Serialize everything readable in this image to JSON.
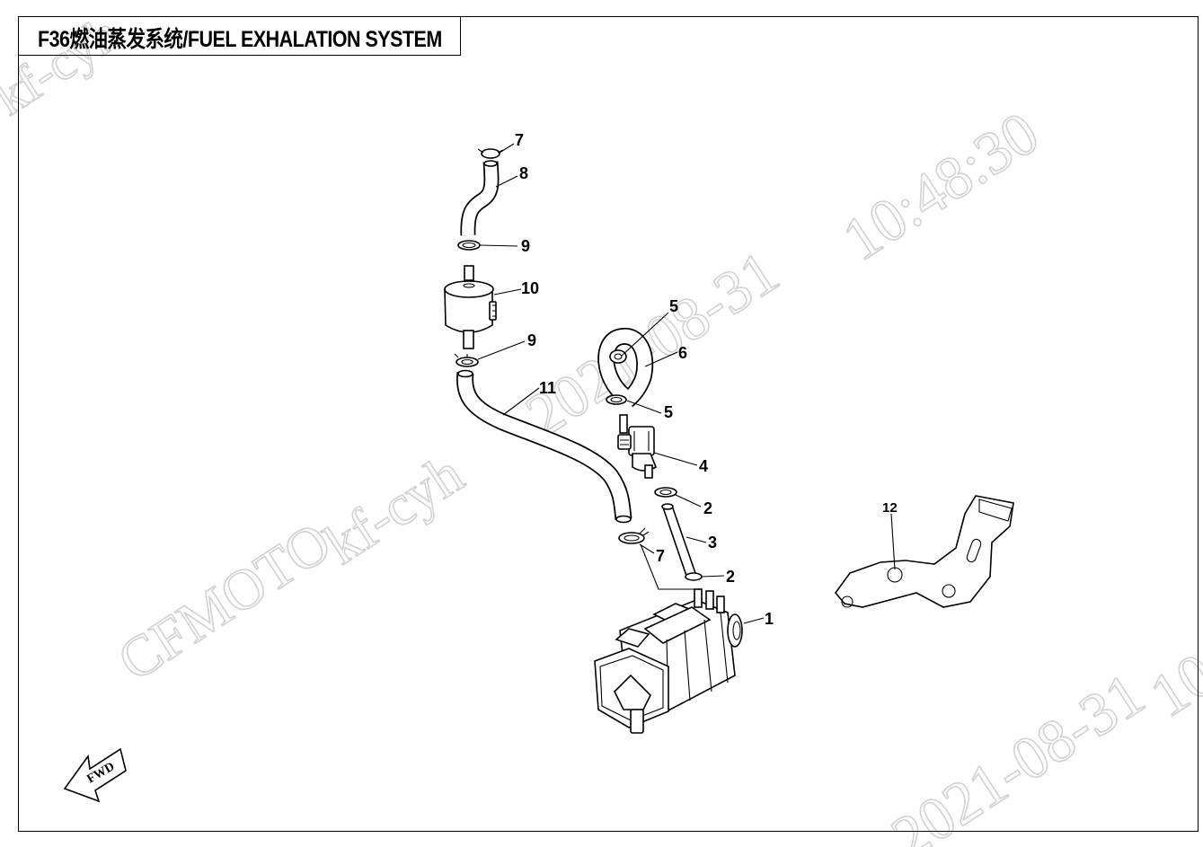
{
  "title": "F36燃油蒸发系统/FUEL EXHALATION SYSTEM",
  "watermarks": {
    "top_left": "kf-cyh",
    "brand": "CFMOTO",
    "user_mid": "kf-cyh",
    "date_top": "2021-08-31",
    "time_top": "10:48:30",
    "date_bottom": "2021-08-31",
    "time_bottom": "10"
  },
  "fwd_label": "FWD",
  "callouts": [
    {
      "id": "c1",
      "label": "1"
    },
    {
      "id": "c2a",
      "label": "2"
    },
    {
      "id": "c2b",
      "label": "2"
    },
    {
      "id": "c3",
      "label": "3"
    },
    {
      "id": "c4",
      "label": "4"
    },
    {
      "id": "c5a",
      "label": "5"
    },
    {
      "id": "c5b",
      "label": "5"
    },
    {
      "id": "c6",
      "label": "6"
    },
    {
      "id": "c7a",
      "label": "7"
    },
    {
      "id": "c7b",
      "label": "7"
    },
    {
      "id": "c8",
      "label": "8"
    },
    {
      "id": "c9a",
      "label": "9"
    },
    {
      "id": "c9b",
      "label": "9"
    },
    {
      "id": "c10",
      "label": "10"
    },
    {
      "id": "c11",
      "label": "11"
    },
    {
      "id": "c12",
      "label": "12"
    }
  ],
  "icons": {
    "fwd_arrow": "fwd-arrow-icon"
  }
}
